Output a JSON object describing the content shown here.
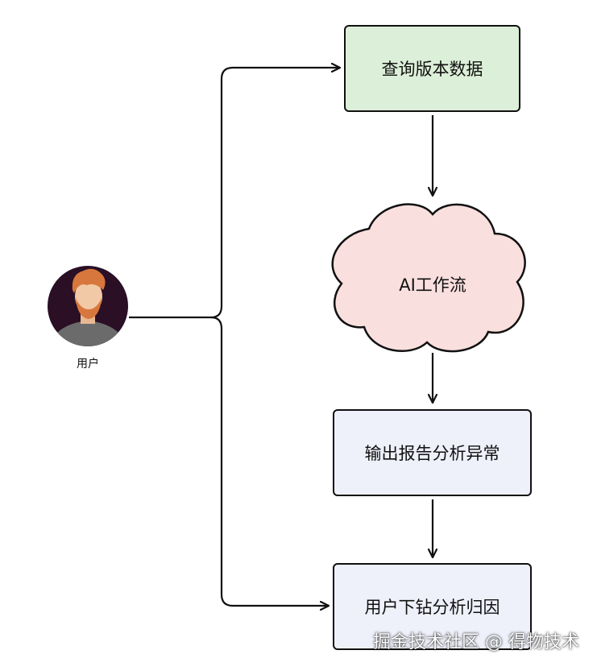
{
  "user": {
    "label": "用户"
  },
  "nodes": {
    "query": {
      "label": "查询版本数据",
      "fill": "#dcefd8"
    },
    "workflow": {
      "label": "AI工作流",
      "fill": "#f9dfdd"
    },
    "report": {
      "label": "输出报告分析异常",
      "fill": "#eef0fa"
    },
    "drill": {
      "label": "用户下钻分析归因",
      "fill": "#eef0fa"
    }
  },
  "watermark": "掘金技术社区 @ 得物技术",
  "colors": {
    "stroke": "#111111",
    "avatar_bg": "#2a0f25",
    "hair": "#d8773d",
    "skin": "#f2c9a7",
    "shirt": "#6b6b6b"
  },
  "icons": [
    "user-avatar-icon"
  ]
}
